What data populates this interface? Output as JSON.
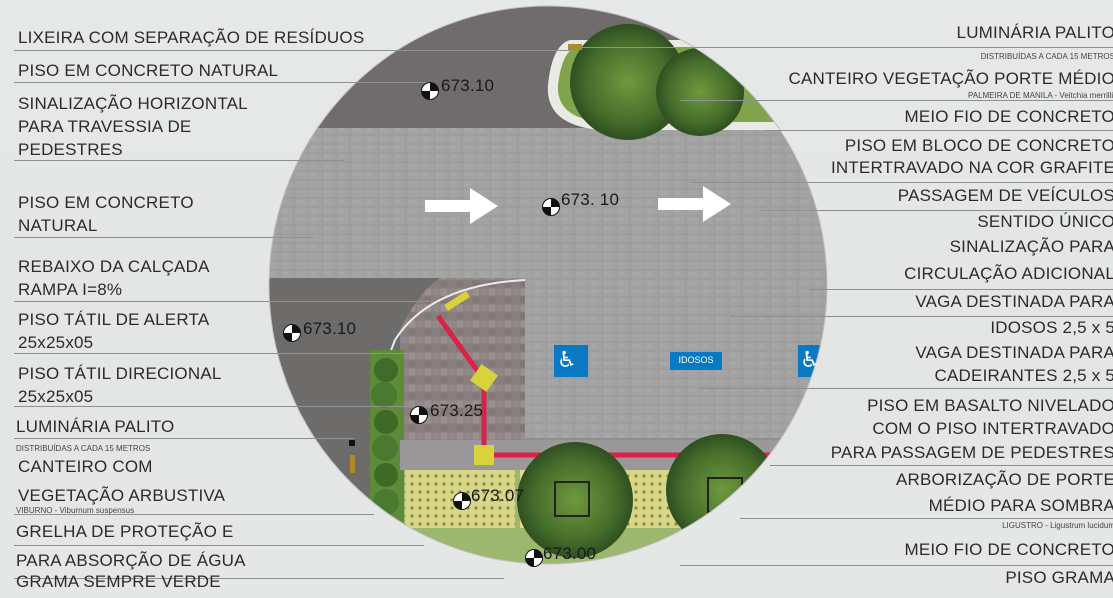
{
  "left_labels": [
    {
      "id": "l1",
      "text": "LIXEIRA COM SEPARAÇÃO DE RESÍDUOS"
    },
    {
      "id": "l2",
      "text": "PISO EM CONCRETO NATURAL"
    },
    {
      "id": "l3a",
      "text": "SINALIZAÇÃO HORIZONTAL"
    },
    {
      "id": "l3b",
      "text": "PARA TRAVESSIA DE"
    },
    {
      "id": "l3c",
      "text": "PEDESTRES"
    },
    {
      "id": "l4a",
      "text": "PISO EM CONCRETO"
    },
    {
      "id": "l4b",
      "text": "NATURAL"
    },
    {
      "id": "l5a",
      "text": "REBAIXO DA CALÇADA"
    },
    {
      "id": "l5b",
      "text": "RAMPA I=8%"
    },
    {
      "id": "l6a",
      "text": "PISO TÁTIL DE ALERTA"
    },
    {
      "id": "l6b",
      "text": "25x25x05"
    },
    {
      "id": "l7a",
      "text": "PISO TÁTIL DIRECIONAL"
    },
    {
      "id": "l7b",
      "text": "25x25x05"
    },
    {
      "id": "l8",
      "text": "LUMINÁRIA PALITO"
    },
    {
      "id": "l8s",
      "text": "DISTRIBUÍDAS A CADA 15 METROS"
    },
    {
      "id": "l9a",
      "text": "CANTEIRO COM"
    },
    {
      "id": "l9b",
      "text": "VEGETAÇÃO ARBUSTIVA"
    },
    {
      "id": "l9s",
      "text": "VIBURNO - Viburnum suspensus"
    },
    {
      "id": "l10",
      "text": "GRELHA DE PROTEÇÃO E"
    },
    {
      "id": "l11",
      "text": "PARA ABSORÇÃO DE ÁGUA"
    },
    {
      "id": "l12",
      "text": "GRAMA SEMPRE VERDE"
    }
  ],
  "right_labels": [
    {
      "id": "r1",
      "text": "LUMINÁRIA PALITO"
    },
    {
      "id": "r1s",
      "text": "DISTRIBUÍDAS A CADA 15 METROS"
    },
    {
      "id": "r2",
      "text": "CANTEIRO VEGETAÇÃO PORTE MÉDIO"
    },
    {
      "id": "r2s",
      "text": "PALMEIRA DE MANILA - Veitchia merrillii"
    },
    {
      "id": "r3",
      "text": "MEIO FIO DE CONCRETO"
    },
    {
      "id": "r4a",
      "text": "PISO EM BLOCO DE CONCRETO"
    },
    {
      "id": "r4b",
      "text": "INTERTRAVADO NA COR GRAFITE"
    },
    {
      "id": "r5a",
      "text": "PASSAGEM DE VEÍCULOS"
    },
    {
      "id": "r5b",
      "text": "SENTIDO ÚNICO"
    },
    {
      "id": "r5c",
      "text": "SINALIZAÇÃO PARA"
    },
    {
      "id": "r5d",
      "text": "CIRCULAÇÃO ADICIONAL"
    },
    {
      "id": "r6a",
      "text": "VAGA DESTINADA PARA"
    },
    {
      "id": "r6b",
      "text": "IDOSOS 2,5 x 5"
    },
    {
      "id": "r7a",
      "text": "VAGA DESTINADA PARA"
    },
    {
      "id": "r7b",
      "text": "CADEIRANTES 2,5 x 5"
    },
    {
      "id": "r8a",
      "text": "PISO EM BASALTO NIVELADO"
    },
    {
      "id": "r8b",
      "text": "COM O PISO INTERTRAVADO"
    },
    {
      "id": "r8c",
      "text": "PARA PASSAGEM DE PEDESTRES"
    },
    {
      "id": "r9a",
      "text": "ARBORIZAÇÃO DE PORTE"
    },
    {
      "id": "r9b",
      "text": "MÉDIO PARA SOMBRA"
    },
    {
      "id": "r9s",
      "text": "LIGUSTRO - Ligustrum lucidum"
    },
    {
      "id": "r10",
      "text": "MEIO FIO DE CONCRETO"
    },
    {
      "id": "r11",
      "text": "PISO GRAMA"
    }
  ],
  "levels": {
    "top": "673.10",
    "road": "673. 10",
    "left": "673.10",
    "ramp": "673.25",
    "grate": "673.07",
    "bottom": "673.00"
  },
  "parking_sign": "IDOSOS",
  "icons": [
    "flow-arrow-icon",
    "wheelchair-icon",
    "level-marker-icon",
    "tree-icon",
    "palm-icon"
  ],
  "colors": {
    "road": "#8f8f8f",
    "sidewalk": "#6e6b6b",
    "grass": "#9cb86f",
    "tactile": "#d9d23a",
    "tactile_path": "#d9214a",
    "accessible_blue": "#0a79c4"
  }
}
